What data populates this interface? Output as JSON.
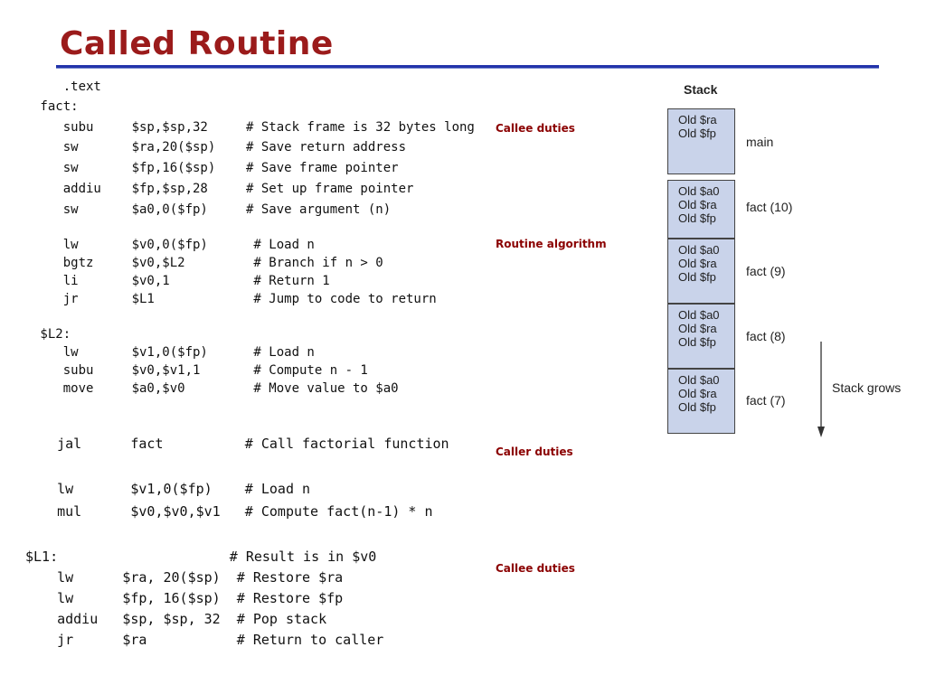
{
  "title": "Called Routine",
  "stack": {
    "heading": "Stack",
    "frames": [
      {
        "lines": [
          "Old $ra",
          "Old $fp"
        ],
        "label": "main"
      },
      {
        "lines": [
          "Old $a0",
          "Old $ra",
          "Old $fp"
        ],
        "label": "fact (10)"
      },
      {
        "lines": [
          "Old $a0",
          "Old $ra",
          "Old $fp"
        ],
        "label": "fact (9)"
      },
      {
        "lines": [
          "Old $a0",
          "Old $ra",
          "Old $fp"
        ],
        "label": "fact (8)"
      },
      {
        "lines": [
          "Old $a0",
          "Old $ra",
          "Old $fp"
        ],
        "label": "fact (7)"
      }
    ],
    "grows_label": "Stack grows"
  },
  "notes": {
    "callee1": "Callee duties",
    "algorithm": "Routine algorithm",
    "caller": "Caller duties",
    "callee2": "Callee duties"
  },
  "code": {
    "l01": "    .text",
    "l02": " fact:",
    "l03": "    subu     $sp,$sp,32     # Stack frame is 32 bytes long",
    "l04": "    sw       $ra,20($sp)    # Save return address",
    "l05": "    sw       $fp,16($sp)    # Save frame pointer",
    "l06": "    addiu    $fp,$sp,28     # Set up frame pointer",
    "l07": "    sw       $a0,0($fp)     # Save argument (n)",
    "l08": "    lw       $v0,0($fp)      # Load n",
    "l09": "    bgtz     $v0,$L2         # Branch if n > 0",
    "l10": "    li       $v0,1           # Return 1",
    "l11": "    jr       $L1             # Jump to code to return",
    "l12": " $L2:",
    "l13": "    lw       $v1,0($fp)      # Load n",
    "l14": "    subu     $v0,$v1,1       # Compute n - 1",
    "l15": "    move     $a0,$v0         # Move value to $a0",
    "l16": "   jal      fact          # Call factorial function",
    "l17": "   lw       $v1,0($fp)    # Load n",
    "l18": "   mul      $v0,$v0,$v1   # Compute fact(n-1) * n",
    "l19": "$L1:                     # Result is in $v0",
    "l20": "   lw      $ra, 20($sp)  # Restore $ra",
    "l21": "   lw      $fp, 16($sp)  # Restore $fp",
    "l22": "   addiu   $sp, $sp, 32  # Pop stack",
    "l23": "   jr      $ra           # Return to caller"
  }
}
